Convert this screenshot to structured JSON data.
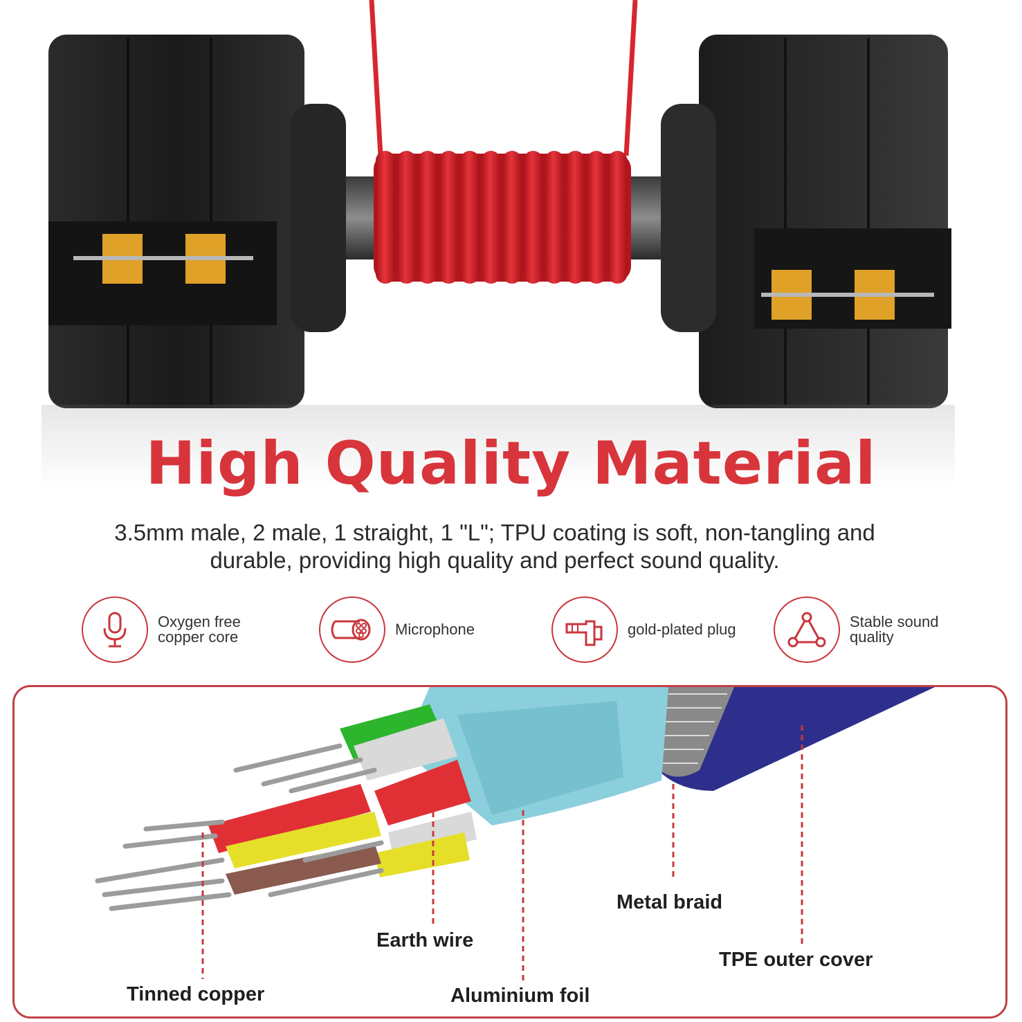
{
  "title": "High Quality Material",
  "description": {
    "line1": "3.5mm male, 2 male, 1 straight, 1 \"L\"; TPU coating is soft, non-tangling and",
    "line2": "durable, providing high quality and perfect sound quality."
  },
  "features": [
    {
      "icon": "microphone-icon",
      "line1": "Oxygen free",
      "line2": "copper core"
    },
    {
      "icon": "cable-core-icon",
      "line1": "Microphone",
      "line2": ""
    },
    {
      "icon": "angled-plug-icon",
      "line1": "gold-plated plug",
      "line2": ""
    },
    {
      "icon": "triangle-nodes-icon",
      "line1": "Stable sound",
      "line2": "quality"
    }
  ],
  "diagram_labels": {
    "metal_braid": "Metal braid",
    "earth_wire": "Earth wire",
    "tpe_outer_cover": "TPE outer cover",
    "tinned_copper": "Tinned copper",
    "aluminium_foil": "Aluminium foil"
  },
  "colors": {
    "accent": "#d7353b",
    "panel_border": "#c24046",
    "cable_red": "#d8262e",
    "connector_gold": "#e0a128",
    "outer_cover_blue": "#2e2f8c"
  }
}
